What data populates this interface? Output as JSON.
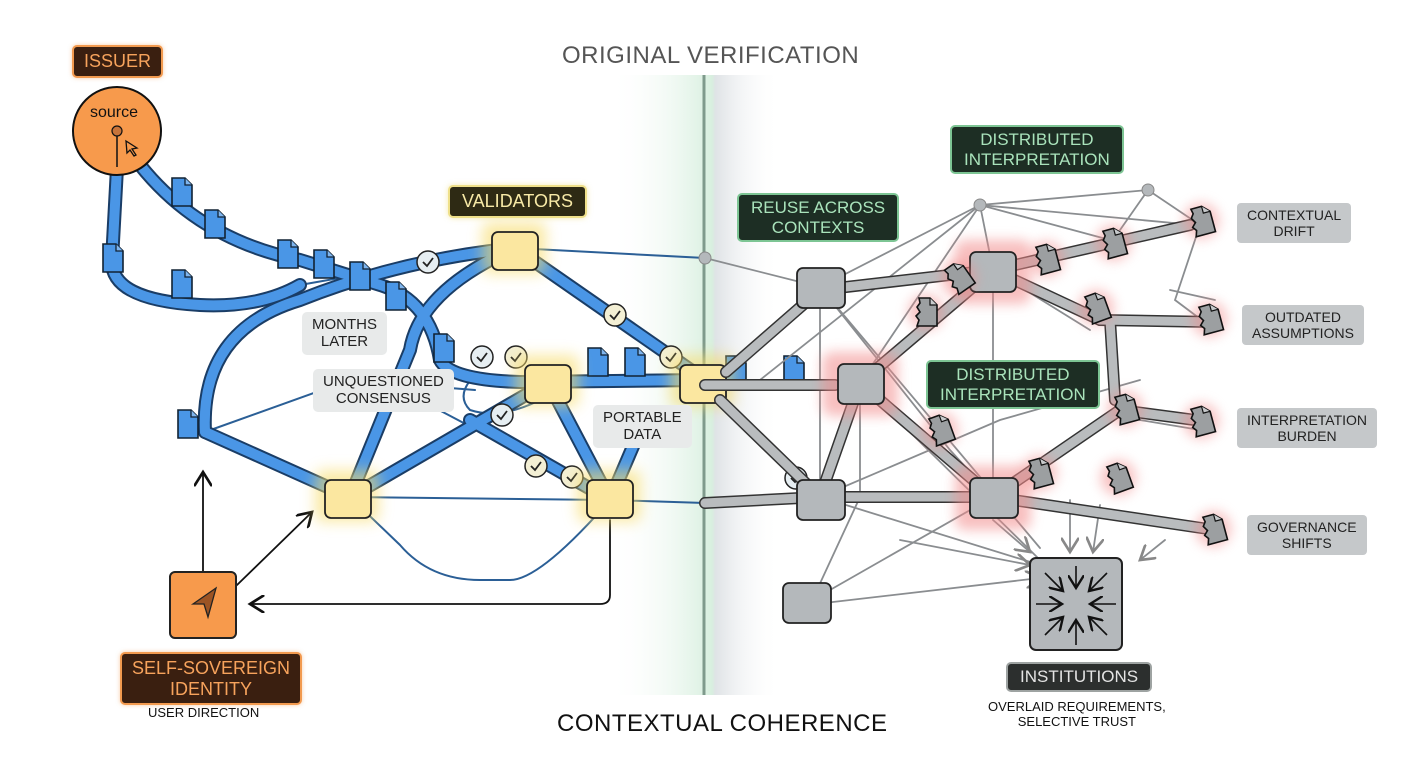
{
  "headings": {
    "top": "ORIGINAL VERIFICATION",
    "bottom": "CONTEXTUAL COHERENCE"
  },
  "left": {
    "issuer_label": "ISSUER",
    "source_text": "source",
    "validators_label": "VALIDATORS",
    "months_later": "MONTHS\nLATER",
    "unquestioned_consensus": "UNQUESTIONED\nCONSENSUS",
    "portable_data": "PORTABLE\nDATA",
    "ssi_label": "SELF-SOVEREIGN\nIDENTITY",
    "user_direction": "USER DIRECTION"
  },
  "right": {
    "reuse_across_contexts": "REUSE ACROSS\nCONTEXTS",
    "distributed_interpretation_top": "DISTRIBUTED\nINTERPRETATION",
    "distributed_interpretation_mid": "DISTRIBUTED\nINTERPRETATION",
    "outcomes": [
      "CONTEXTUAL\nDRIFT",
      "OUTDATED\nASSUMPTIONS",
      "INTERPRETATION\nBURDEN",
      "GOVERNANCE\nSHIFTS"
    ],
    "institutions_label": "INSTITUTIONS",
    "institutions_caption": "OVERLAID REQUIREMENTS,\nSELECTIVE TRUST"
  },
  "colors": {
    "blue": "#4a96e6",
    "blue_dark": "#1d4f8a",
    "yellow": "#fbe7a0",
    "orange": "#f79a4c",
    "grey_node": "#b4b8bb",
    "green_divider": "#7aa38c",
    "red_glow": "#f28a8a"
  }
}
